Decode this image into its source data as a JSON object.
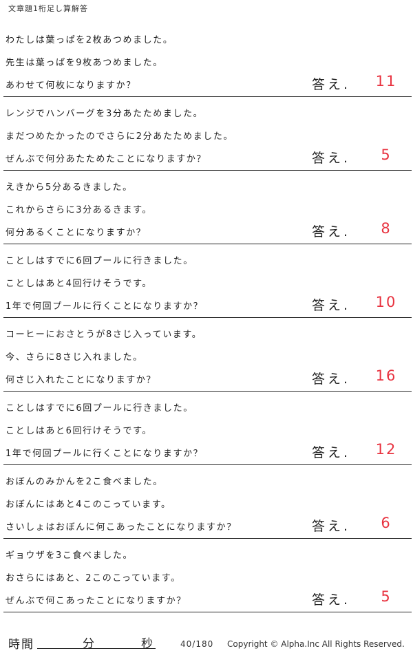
{
  "header": {
    "title": "文章題1桁足し算解答"
  },
  "answer_label": "答え.",
  "problems": [
    {
      "lines": [
        "わたしは葉っぱを2枚あつめました。",
        "先生は葉っぱを9枚あつめました。",
        "あわせて何枚になりますか？"
      ],
      "answer": "11"
    },
    {
      "lines": [
        "レンジでハンバーグを3分あたためました。",
        "まだつめたかったのでさらに2分あたためました。",
        "ぜんぶで何分あたためたことになりますか？"
      ],
      "answer": "5"
    },
    {
      "lines": [
        "えきから5分あるきました。",
        "これからさらに3分あるきます。",
        "何分あるくことになりますか？"
      ],
      "answer": "8"
    },
    {
      "lines": [
        "ことしはすでに6回プールに行きました。",
        "ことしはあと4回行けそうです。",
        "1年で何回プールに行くことになりますか？"
      ],
      "answer": "10"
    },
    {
      "lines": [
        "コーヒーにおさとうが8さじ入っています。",
        "今、さらに8さじ入れました。",
        "何さじ入れたことになりますか？"
      ],
      "answer": "16"
    },
    {
      "lines": [
        "ことしはすでに6回プールに行きました。",
        "ことしはあと6回行けそうです。",
        "1年で何回プールに行くことになりますか？"
      ],
      "answer": "12"
    },
    {
      "lines": [
        "おぼんのみかんを2こ食べました。",
        "おぼんにはあと4このこっています。",
        "さいしょはおぼんに何こあったことになりますか？"
      ],
      "answer": "6"
    },
    {
      "lines": [
        "ギョウザを3こ食べました。",
        "おさらにはあと、2このこっています。",
        "ぜんぶで何こあったことになりますか？"
      ],
      "answer": "5"
    }
  ],
  "footer": {
    "time_label": "時間",
    "minute_label": "分",
    "second_label": "秒",
    "page": "40/180",
    "copyright": "Copyright ©  Alpha.Inc All Rights Reserved."
  },
  "colors": {
    "answer": "#e8323f",
    "text": "#222222"
  }
}
